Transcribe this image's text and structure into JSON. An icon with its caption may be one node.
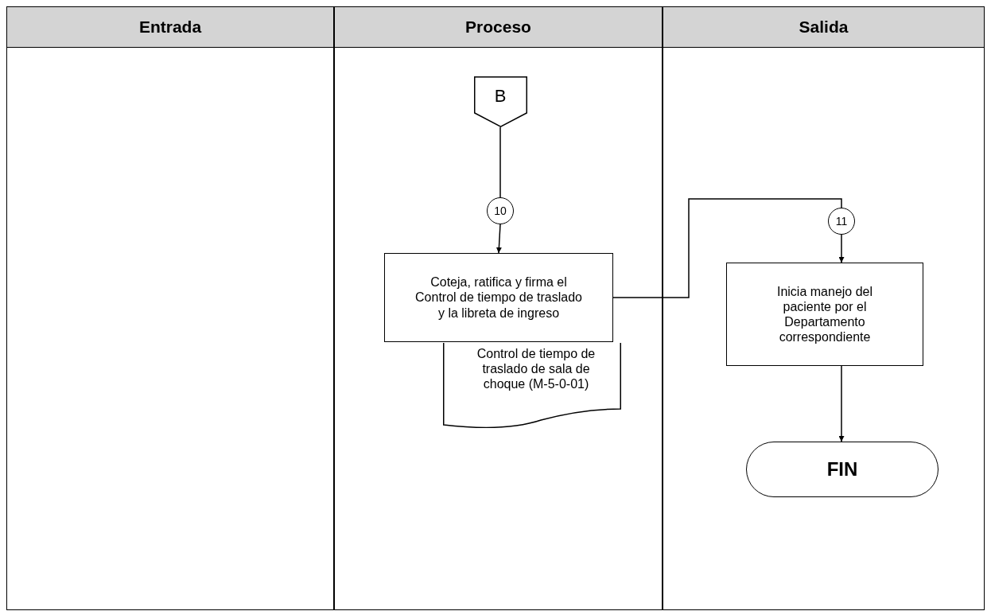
{
  "diagram": {
    "nodes": [
      {
        "text": [
          "Entrada"
        ]
      },
      {
        "text": [
          "Proceso"
        ]
      },
      {
        "text": [
          "Salida"
        ]
      },
      {
        "text": [
          "B"
        ],
        "in": 1
      },
      {
        "text": [
          "10"
        ],
        "in": 1
      },
      {
        "text": [
          "Coteja, ratifica y firma el Control de tiempo de traslado y la libreta de ingreso"
        ],
        "in": 1
      },
      {
        "text": [
          "Control de tiempo de traslado de sala de choque (M-5-0-01)"
        ],
        "in": 1
      },
      {
        "text": [
          "11"
        ],
        "in": 2
      },
      {
        "text": [
          "Inicia manejo del paciente por el Departamento correspondiente"
        ],
        "in": 2
      },
      {
        "text": [
          "FIN"
        ],
        "in": 2
      }
    ],
    "edges": [
      {
        "from": 3,
        "to": 4,
        "arrow": "none"
      },
      {
        "from": 4,
        "to": 5,
        "arrow": "to"
      },
      {
        "from": 5,
        "to": 7,
        "arrow": "none"
      },
      {
        "from": 7,
        "to": 8,
        "arrow": "to"
      },
      {
        "from": 8,
        "to": 9,
        "arrow": "to"
      }
    ]
  }
}
